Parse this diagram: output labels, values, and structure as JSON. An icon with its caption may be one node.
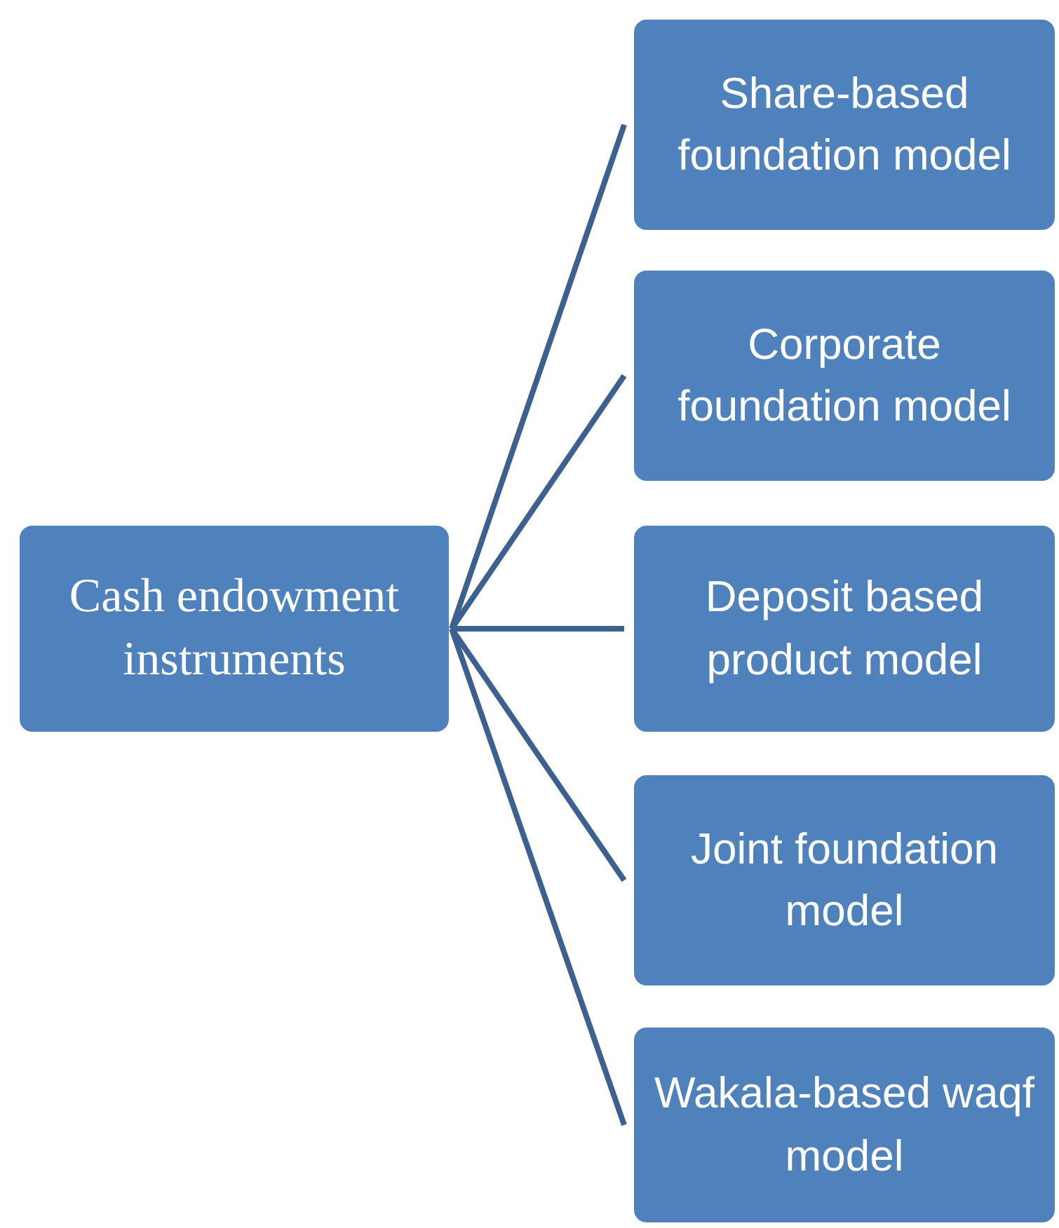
{
  "diagram": {
    "nodes": [
      {
        "text": [
          "Cash endowment instruments"
        ]
      },
      {
        "text": [
          "Share-based foundation model"
        ]
      },
      {
        "text": [
          "Corporate foundation model"
        ]
      },
      {
        "text": [
          "Deposit based product model"
        ]
      },
      {
        "text": [
          "Joint foundation model"
        ]
      },
      {
        "text": [
          "Wakala-based waqf model"
        ]
      }
    ],
    "edges": [
      {
        "from": 0,
        "to": 1,
        "arrow": "none"
      },
      {
        "from": 0,
        "to": 2,
        "arrow": "none"
      },
      {
        "from": 0,
        "to": 3,
        "arrow": "none"
      },
      {
        "from": 0,
        "to": 4,
        "arrow": "none"
      },
      {
        "from": 0,
        "to": 5,
        "arrow": "none"
      }
    ]
  }
}
